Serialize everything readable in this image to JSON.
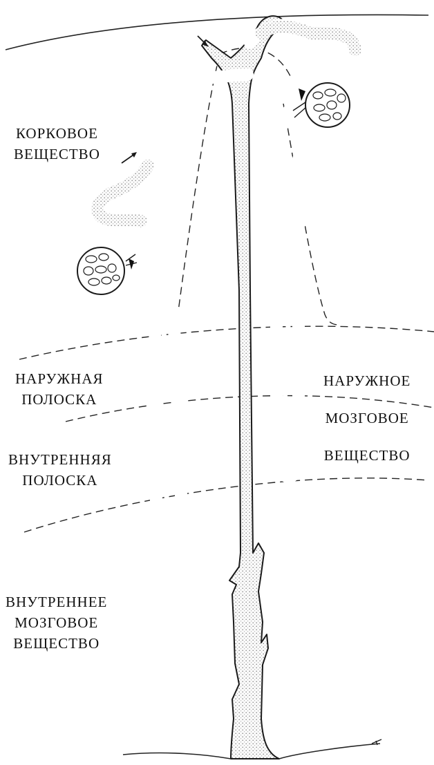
{
  "labels": {
    "cortex": [
      "КОРКОВОЕ",
      "ВЕЩЕСТВО"
    ],
    "outer_stripe": [
      "НАРУЖНАЯ",
      "ПОЛОСКА"
    ],
    "inner_stripe": [
      "ВНУТРЕННЯЯ",
      "ПОЛОСКА"
    ],
    "inner_medulla": [
      "ВНУТРЕННЕЕ",
      "МОЗГОВОЕ",
      "ВЕЩЕСТВО"
    ],
    "outer_medulla": [
      "НАРУЖНОЕ",
      "МОЗГОВОЕ",
      "ВЕЩЕСТВО"
    ]
  },
  "colors": {
    "line": "#1a1a1a",
    "stipple": "#bcbcbc",
    "background": "#ffffff"
  }
}
